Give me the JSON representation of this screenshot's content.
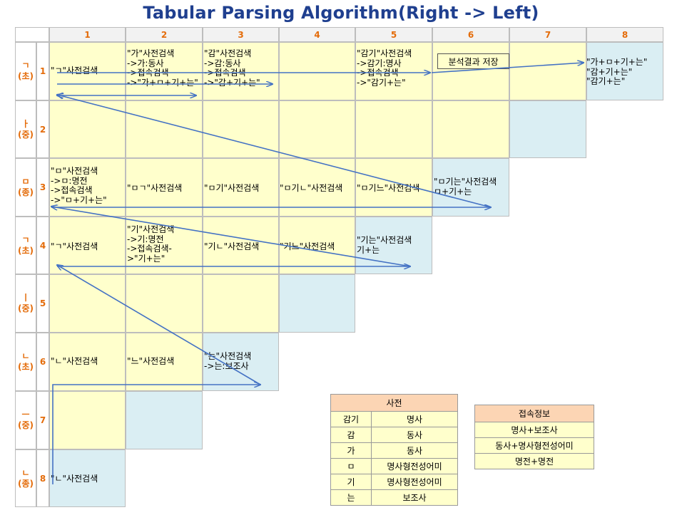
{
  "title": "Tabular Parsing Algorithm(Right -> Left)",
  "columns": [
    "1",
    "2",
    "3",
    "4",
    "5",
    "6",
    "7",
    "8"
  ],
  "rows": [
    {
      "label": "ㄱ",
      "sub": "(초)",
      "num": "1"
    },
    {
      "label": "ㅏ",
      "sub": "(중)",
      "num": "2"
    },
    {
      "label": "ㅁ",
      "sub": "(종)",
      "num": "3"
    },
    {
      "label": "ㄱ",
      "sub": "(초)",
      "num": "4"
    },
    {
      "label": "ㅣ",
      "sub": "(중)",
      "num": "5"
    },
    {
      "label": "ㄴ",
      "sub": "(초)",
      "num": "6"
    },
    {
      "label": "ㅡ",
      "sub": "(중)",
      "num": "7"
    },
    {
      "label": "ㄴ",
      "sub": "(종)",
      "num": "8"
    }
  ],
  "cells": {
    "r1c1": "\"ㄱ\"사전검색",
    "r1c2": "\"가\"사전검색\n->가:동사\n->접속검색\n->\"가+ㅁ+기+는\"",
    "r1c3": "\"감\"사전검색\n->감:동사\n->접속검색\n->\"감+기+는\"",
    "r1c5": "\"감기\"사전검색\n->감기:명사\n->접속검색\n->\"감기+는\"",
    "r1c8": "\"가+ㅁ+기+는\"\n\"감+기+는\"\n\"감기+는\"",
    "r3c1": "\"ㅁ\"사전검색\n->ㅁ:명전\n->접속검색\n->\"ㅁ+기+는\"",
    "r3c2": "\"ㅁㄱ\"사전검색",
    "r3c3": "\"ㅁ기\"사전검색",
    "r3c4": "\"ㅁ기ㄴ\"사전검색",
    "r3c5": "\"ㅁ기느\"사전검색",
    "r3c6": "\"ㅁ기는\"사전검색\nㅁ+기+는",
    "r4c1": "\"ㄱ\"사전검색",
    "r4c2": "\"기\"사전검색\n->기:명전\n->접속검색-\n>\"기+는\"",
    "r4c3": "\"기ㄴ\"사전검색",
    "r4c4": "\"기느\"사전검색",
    "r4c5": "\"기는\"사전검색\n기+는",
    "r6c1": "\"ㄴ\"사전검색",
    "r6c2": "\"느\"사전검색",
    "r6c3": "\"는\"사전검색\n->는:보조사",
    "r8c1": "\"ㄴ\"사전검색"
  },
  "save_label": "분석결과 저장",
  "dictionary": {
    "title": "사전",
    "entries": [
      [
        "감기",
        "명사"
      ],
      [
        "감",
        "동사"
      ],
      [
        "가",
        "동사"
      ],
      [
        "ㅁ",
        "명사형전성어미"
      ],
      [
        "기",
        "명사형전성어미"
      ],
      [
        "는",
        "보조사"
      ]
    ]
  },
  "connection": {
    "title": "접속정보",
    "entries": [
      "명사+보조사",
      "동사+명사형전성어미",
      "명전+명전"
    ]
  },
  "colors": {
    "title": "#1f3f8f",
    "header_text": "#e46c0a",
    "cell_yellow": "#ffffcc",
    "cell_blue": "#daeef3",
    "arrow": "#4472c4",
    "box_header": "#fcd5b4"
  }
}
